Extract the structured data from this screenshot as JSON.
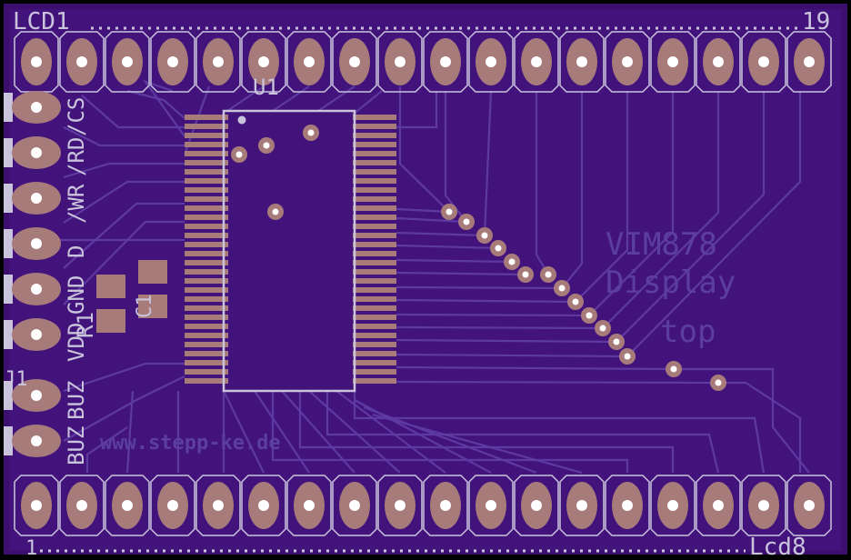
{
  "board": {
    "name": "Lcd1",
    "connectors": {
      "top_label": "LCD1",
      "top_pin_label": "19",
      "bottom_left_label": "1",
      "bottom_right_label": "Lcd8",
      "pins_per_row": 18
    },
    "ic": {
      "ref": "U1",
      "pins_per_side": 30
    },
    "side_header": {
      "ref": "J1",
      "pin_count": 8,
      "signals": [
        "/CS",
        "/RD",
        "/WR",
        "D",
        "GND",
        "VDD",
        "BUZ",
        "BUZ"
      ]
    },
    "resistor_ref": "R1",
    "capacitor_ref": "C1",
    "title_lines": [
      "VIM878",
      "Display",
      "top"
    ],
    "website": "www.stepp-ke.de"
  },
  "colors": {
    "background": "#000000",
    "board": "#3c0f6f",
    "copper": "#43137c",
    "trace": "#5d3aa0",
    "pad": "#a87b7b",
    "silkscreen": "#c9c4dc",
    "faint_text": "#5b3e9e",
    "drill": "#ffffff"
  }
}
